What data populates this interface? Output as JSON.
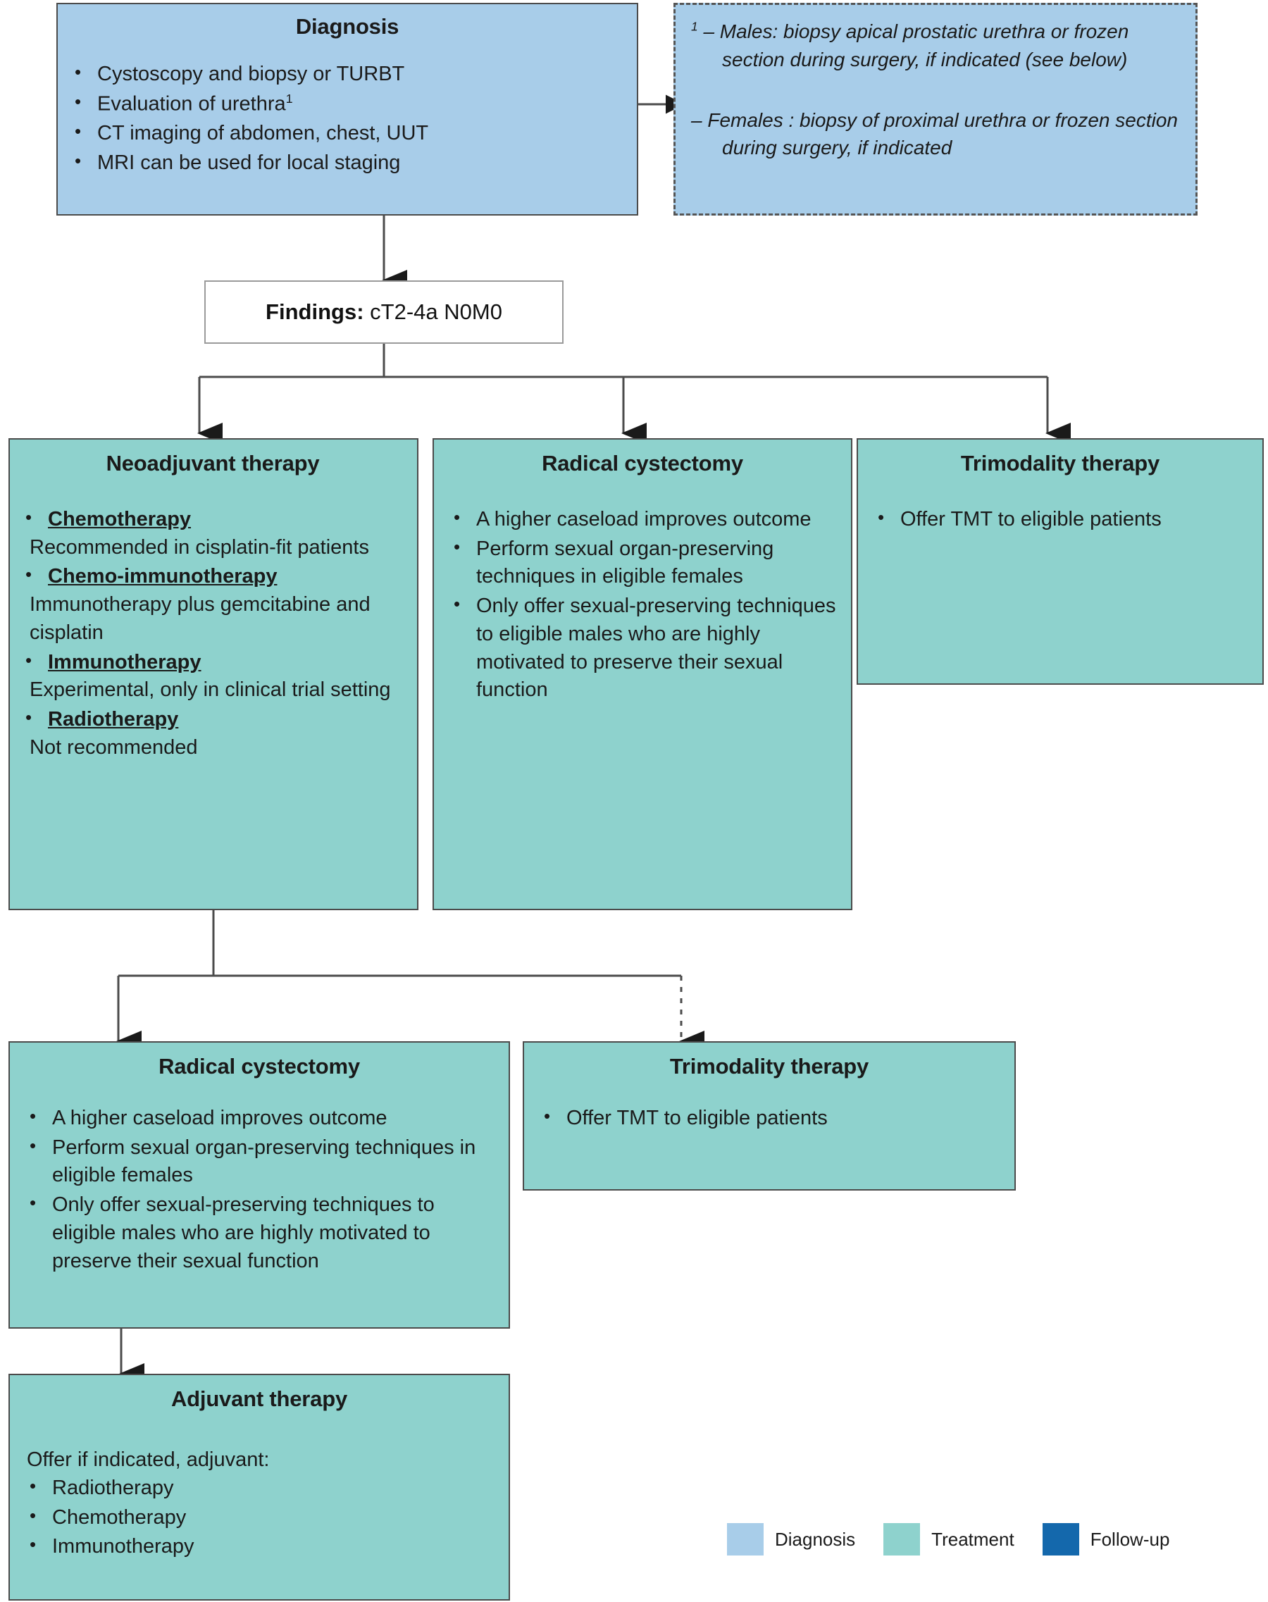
{
  "colors": {
    "diagnosis": "#a8cde9",
    "treatment": "#8ed2cd",
    "followup": "#1468ac",
    "line": "#4b4b4b"
  },
  "diagnosis_box": {
    "title": "Diagnosis",
    "items": [
      "Cystoscopy and biopsy or TURBT",
      "Evaluation of urethra",
      "CT imaging of abdomen, chest, UUT",
      "MRI can be used for local staging"
    ],
    "urethra_footnote_marker": "1"
  },
  "footnote_box": {
    "marker": "1",
    "males": "– Males: biopsy apical prostatic urethra or frozen section during surgery, if indicated (see below)",
    "females": "– Females : biopsy of proximal urethra or frozen section during surgery, if indicated"
  },
  "findings_box": {
    "label": "Findings:",
    "value": "cT2-4a N0M0"
  },
  "neoadjuvant_box": {
    "title": "Neoadjuvant therapy",
    "items": [
      {
        "head": "Chemotherapy",
        "desc": "Recommended in cisplatin-fit patients"
      },
      {
        "head": "Chemo-immunotherapy",
        "desc": "Immunotherapy plus gemcitabine and cisplatin"
      },
      {
        "head": "Immunotherapy",
        "desc": "Experimental, only in clinical trial setting"
      },
      {
        "head": "Radiotherapy",
        "desc": "Not recommended"
      }
    ]
  },
  "radical_cystectomy_upper": {
    "title": "Radical cystectomy",
    "items": [
      "A higher caseload improves outcome",
      "Perform sexual organ-preserving techniques in eligible females",
      "Only offer sexual-preserving techniques to eligible males who are highly motivated to preserve their sexual function"
    ]
  },
  "trimodality_upper": {
    "title": "Trimodality therapy",
    "items": [
      "Offer TMT to eligible patients"
    ]
  },
  "radical_cystectomy_lower": {
    "title": "Radical cystectomy",
    "items": [
      "A higher caseload improves outcome",
      "Perform sexual organ-preserving techniques in eligible females",
      "Only offer sexual-preserving techniques to eligible males who are highly motivated to preserve their sexual function"
    ]
  },
  "trimodality_lower": {
    "title": "Trimodality therapy",
    "items": [
      "Offer TMT to eligible patients"
    ]
  },
  "adjuvant_box": {
    "title": "Adjuvant therapy",
    "intro": "Offer if indicated, adjuvant:",
    "items": [
      "Radiotherapy",
      "Chemotherapy",
      "Immunotherapy"
    ]
  },
  "legend": {
    "items": [
      {
        "label": "Diagnosis",
        "color": "#a8cde9"
      },
      {
        "label": "Treatment",
        "color": "#8ed2cd"
      },
      {
        "label": "Follow-up",
        "color": "#1468ac"
      }
    ]
  }
}
